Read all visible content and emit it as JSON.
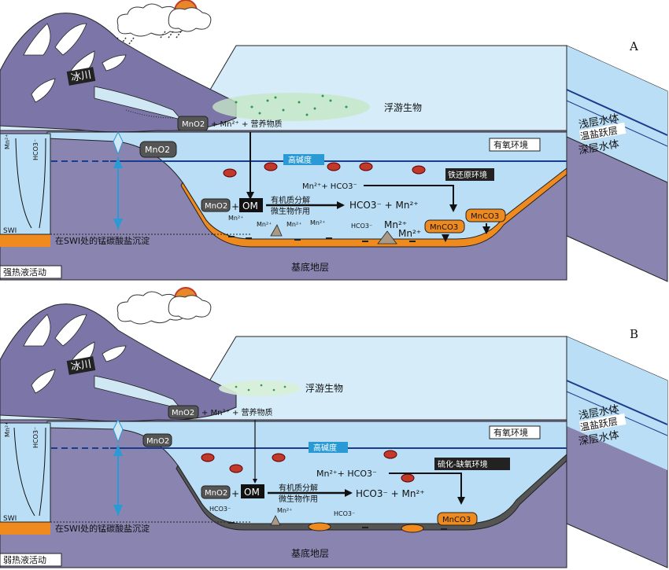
{
  "panels": [
    {
      "letter": "A",
      "glacier": "冰川",
      "plankton": "浮游生物",
      "mno2_inflow": "MnO2",
      "inflow_text": "+ Mn²⁺ + 营养物质",
      "mno2_settle": "MnO2",
      "oxic": "有氧环境",
      "alkalinity": "高碱度",
      "redox_label": "铁还原环境",
      "layer_shallow": "浅层水体",
      "layer_thermo": "温盐跃层",
      "layer_deep": "深层水体",
      "mno2_left": "MnO2",
      "plus": "+",
      "om": "OM",
      "decomp1": "有机质分解",
      "decomp2": "微生物作用",
      "product": "HCO3⁻ + Mn²⁺",
      "reactants_top": "Mn²⁺+ HCO3⁻",
      "mnco3_1": "MnCO3",
      "mnco3_2": "MnCO3",
      "mn2_a": "Mn²⁺",
      "mn2_b": "Mn²⁺",
      "mn2_c": "Mn²⁺",
      "mn2_d": "Mn²⁺",
      "hco3_a": "HCO3⁻",
      "mn_big1": "Mn²⁺",
      "mn_big2": "Mn²⁺",
      "mn_label": "Mn²⁺",
      "hco3_label": "HCO3⁻",
      "swi": "SWI",
      "swi_text": "在SWI处的锰碳酸盐沉淀",
      "basement": "基底地层",
      "hydro": "强热液活动"
    },
    {
      "letter": "B",
      "glacier": "冰川",
      "plankton": "浮游生物",
      "mno2_inflow": "MnO2",
      "inflow_text": "+ Mn²⁺ + 营养物质",
      "mno2_settle": "MnO2",
      "oxic": "有氧环境",
      "alkalinity": "高碱度",
      "redox_label": "硫化-缺氧环境",
      "layer_shallow": "浅层水体",
      "layer_thermo": "温盐跃层",
      "layer_deep": "深层水体",
      "mno2_left": "MnO2",
      "plus": "+",
      "om": "OM",
      "decomp1": "有机质分解",
      "decomp2": "微生物作用",
      "product": "HCO3⁻ + Mn²⁺",
      "reactants_top": "Mn²⁺+ HCO3⁻",
      "mnco3_1": "MnCO3",
      "hco3_a": "HCO3⁻",
      "mn2_a": "Mn²⁺",
      "hco3_b": "HCO3⁻",
      "mn_label": "Mn²⁺",
      "hco3_label": "HCO3⁻",
      "swi": "SWI",
      "swi_text": "在SWI处的锰碳酸盐沉淀",
      "basement": "基底地层",
      "hydro": "弱热液活动"
    }
  ],
  "colors": {
    "water": "#b9def5",
    "water_light": "#d6edf9",
    "purple": "#8a84b0",
    "purple_dark": "#6e6896",
    "orange": "#ef8a1e",
    "blue_line": "#1a3c8c",
    "arrow_blue": "#2a9ad6",
    "plankton_green": "#2e9a4c"
  }
}
